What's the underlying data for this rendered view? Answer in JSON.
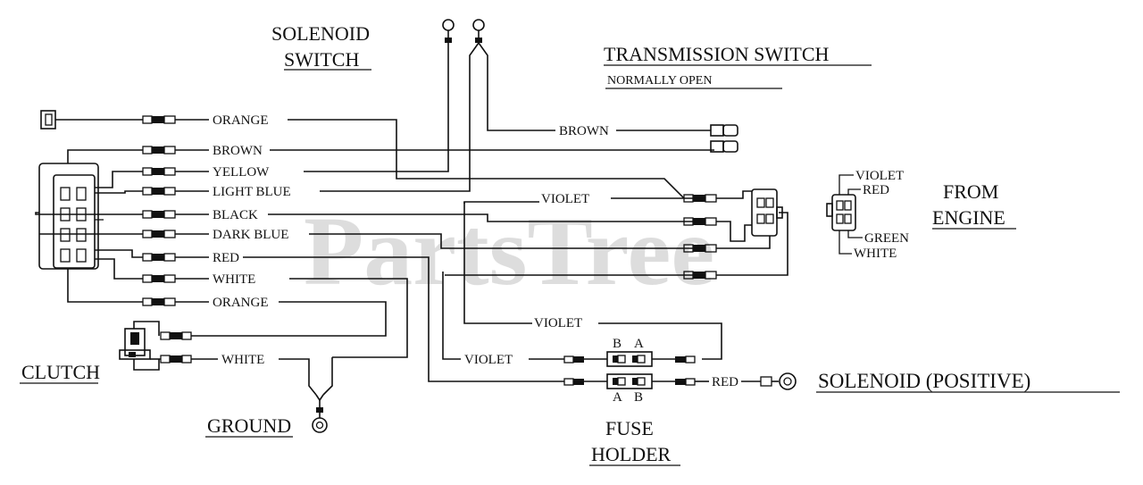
{
  "watermark": "PartsTree",
  "titles": {
    "solenoid_switch_line1": "SOLENOID",
    "solenoid_switch_line2": "SWITCH",
    "transmission_switch": "TRANSMISSION SWITCH",
    "normally_open": "NORMALLY OPEN",
    "from_engine_line1": "FROM",
    "from_engine_line2": "ENGINE",
    "clutch": "CLUTCH",
    "ground": "GROUND",
    "fuse_holder_line1": "FUSE",
    "fuse_holder_line2": "HOLDER",
    "solenoid_positive": "SOLENOID  (POSITIVE)"
  },
  "wire_labels": {
    "orange_top": "ORANGE",
    "brown": "BROWN",
    "yellow": "YELLOW",
    "light_blue": "LIGHT BLUE",
    "black": "BLACK",
    "dark_blue": "DARK BLUE",
    "red": "RED",
    "white": "WHITE",
    "orange_bottom": "ORANGE",
    "white_clutch": "WHITE",
    "brown_transmission": "BROWN",
    "violet_engine": "VIOLET",
    "violet_mid": "VIOLET",
    "violet_fuse": "VIOLET",
    "red_solenoid": "RED"
  },
  "engine_connector_labels": {
    "violet": "VIOLET",
    "red": "RED",
    "green": "GREEN",
    "white": "WHITE"
  },
  "fuse_labels": {
    "top_b": "B",
    "top_a": "A",
    "bottom_a": "A",
    "bottom_b": "B"
  }
}
